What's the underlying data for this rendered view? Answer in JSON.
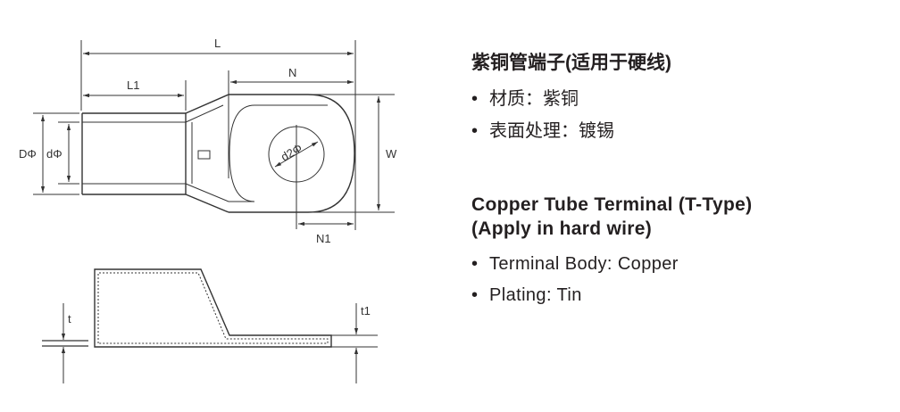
{
  "drawing": {
    "labels": {
      "L": "L",
      "L1": "L1",
      "N": "N",
      "N1": "N1",
      "W": "W",
      "D": "DΦ",
      "d": "dΦ",
      "d2": "d2Φ",
      "t": "t",
      "t1": "t1"
    },
    "line_color": "#333333"
  },
  "chinese": {
    "title": "紫铜管端子(适用于硬线)",
    "bullets": [
      "材质：紫铜",
      "表面处理：镀锡"
    ]
  },
  "english": {
    "title_line1": "Copper Tube Terminal (T-Type)",
    "title_line2": "(Apply in hard wire)",
    "bullets": [
      "Terminal Body: Copper",
      "Plating: Tin"
    ]
  },
  "bullet_symbol": "•"
}
